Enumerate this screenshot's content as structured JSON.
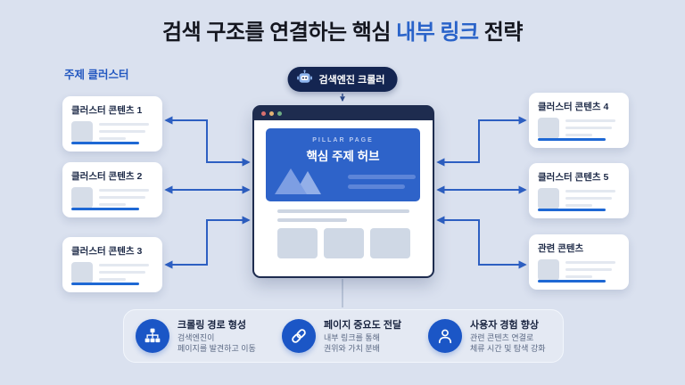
{
  "title": {
    "prefix": "검색 구조를 연결하는 핵심 ",
    "highlight": "내부 링크",
    "suffix": " 전략"
  },
  "cluster_label": "주제 클러스터",
  "crawler_badge": {
    "label": "검색엔진 크롤러",
    "icon": "robot-icon"
  },
  "browser": {
    "pillar_eyebrow": "PILLAR PAGE",
    "pillar_title": "핵심 주제 허브"
  },
  "cards": {
    "left": [
      {
        "title": "클러스터 콘텐츠 1"
      },
      {
        "title": "클러스터 콘텐츠 2"
      },
      {
        "title": "클러스터 콘텐츠 3"
      }
    ],
    "right": [
      {
        "title": "클러스터 콘텐츠 4"
      },
      {
        "title": "클러스터 콘텐츠 5"
      },
      {
        "title": "관련 콘텐츠"
      }
    ]
  },
  "features": [
    {
      "icon": "sitemap-icon",
      "title": "크롤링 경로 형성",
      "desc_line1": "검색엔진이",
      "desc_line2": "페이지를 발견하고 이동"
    },
    {
      "icon": "link-icon",
      "title": "페이지 중요도 전달",
      "desc_line1": "내부 링크를 통해",
      "desc_line2": "권위와 가치 분배"
    },
    {
      "icon": "user-icon",
      "title": "사용자 경험 향상",
      "desc_line1": "관련 콘텐츠 연결로",
      "desc_line2": "체류 시간 및 탐색 강화"
    }
  ],
  "colors": {
    "background": "#dae1ef",
    "accent_blue": "#2a63c9",
    "dark_navy": "#1e2c4f",
    "connector_blue": "#2d5fc2",
    "card_bar_blue": "#1e68d4",
    "feature_icon_blue": "#1b56c6"
  }
}
